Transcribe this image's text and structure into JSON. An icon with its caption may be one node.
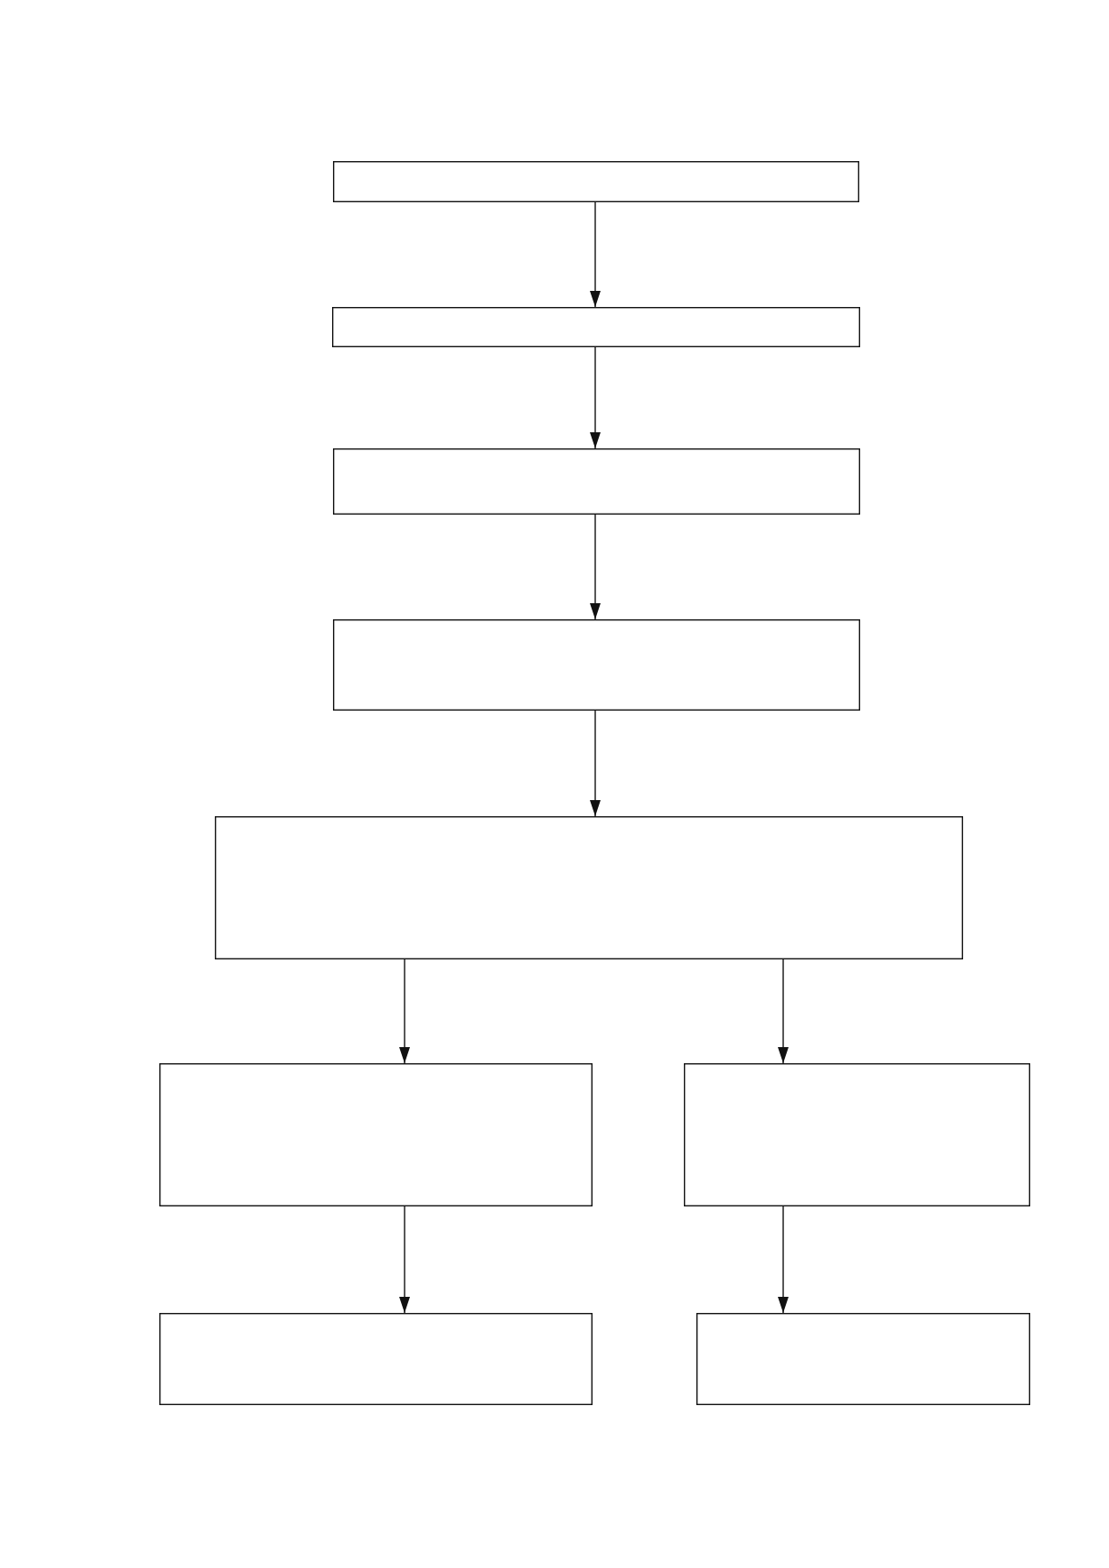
{
  "diagram": {
    "nodes": [
      {
        "text": [],
        "shape": "box"
      },
      {
        "text": [],
        "shape": "box"
      },
      {
        "text": [],
        "shape": "box"
      },
      {
        "text": [],
        "shape": "box"
      },
      {
        "text": [],
        "shape": "box"
      },
      {
        "text": [],
        "shape": "box"
      },
      {
        "text": [],
        "shape": "box"
      },
      {
        "text": [],
        "shape": "box"
      },
      {
        "text": [],
        "shape": "box"
      }
    ],
    "edges": [
      {
        "from": 0,
        "to": 1,
        "arrow": "to"
      },
      {
        "from": 1,
        "to": 2,
        "arrow": "to"
      },
      {
        "from": 2,
        "to": 3,
        "arrow": "to"
      },
      {
        "from": 3,
        "to": 4,
        "arrow": "to"
      },
      {
        "from": 4,
        "to": 5,
        "arrow": "to"
      },
      {
        "from": 4,
        "to": 6,
        "arrow": "to"
      },
      {
        "from": 5,
        "to": 7,
        "arrow": "to"
      },
      {
        "from": 6,
        "to": 8,
        "arrow": "to"
      }
    ]
  }
}
